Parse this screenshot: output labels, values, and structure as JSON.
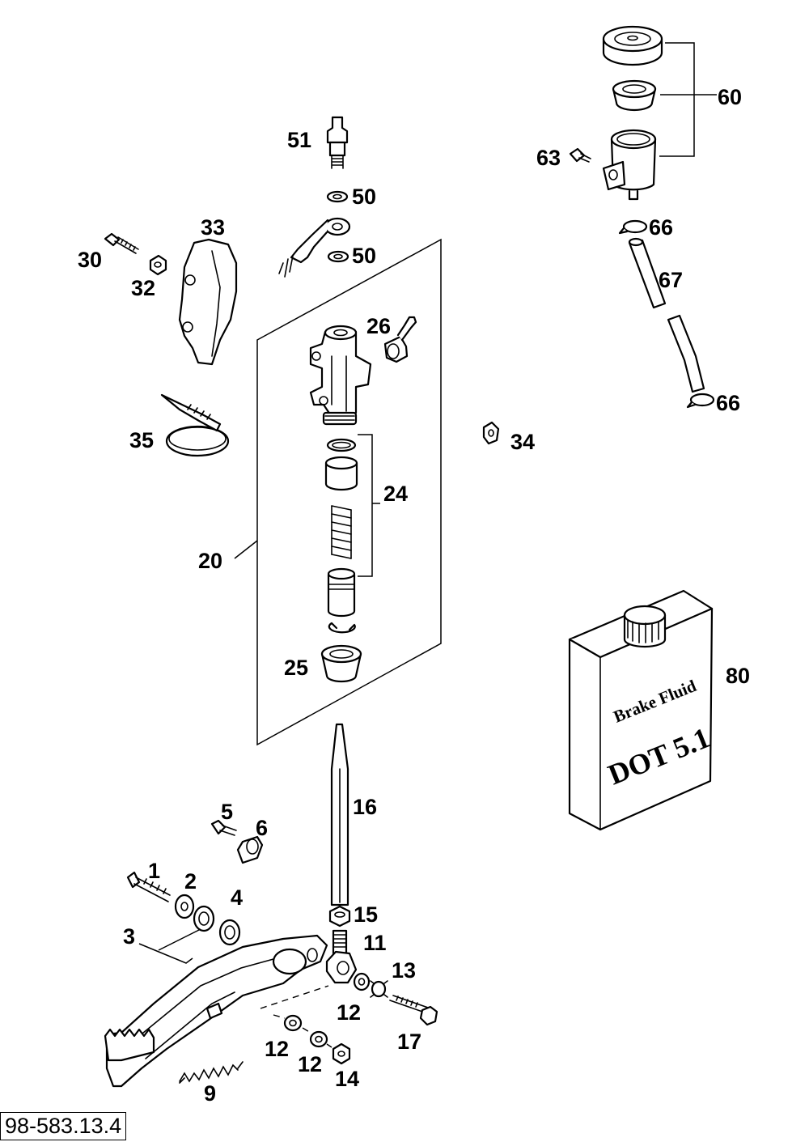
{
  "diagram_ref": "98-583.13.4",
  "callouts": {
    "c1": "1",
    "c2": "2",
    "c3": "3",
    "c4": "4",
    "c5": "5",
    "c6": "6",
    "c9": "9",
    "c11": "11",
    "c12a": "12",
    "c12b": "12",
    "c12c": "12",
    "c13": "13",
    "c14": "14",
    "c15": "15",
    "c16": "16",
    "c17": "17",
    "c20": "20",
    "c24": "24",
    "c25": "25",
    "c26": "26",
    "c30": "30",
    "c32": "32",
    "c33": "33",
    "c34": "34",
    "c35": "35",
    "c50a": "50",
    "c50b": "50",
    "c51": "51",
    "c60": "60",
    "c63": "63",
    "c66a": "66",
    "c66b": "66",
    "c67": "67",
    "c80": "80"
  },
  "brake_fluid_can": {
    "line1": "Brake Fluid",
    "line2": "DOT 5.1"
  }
}
